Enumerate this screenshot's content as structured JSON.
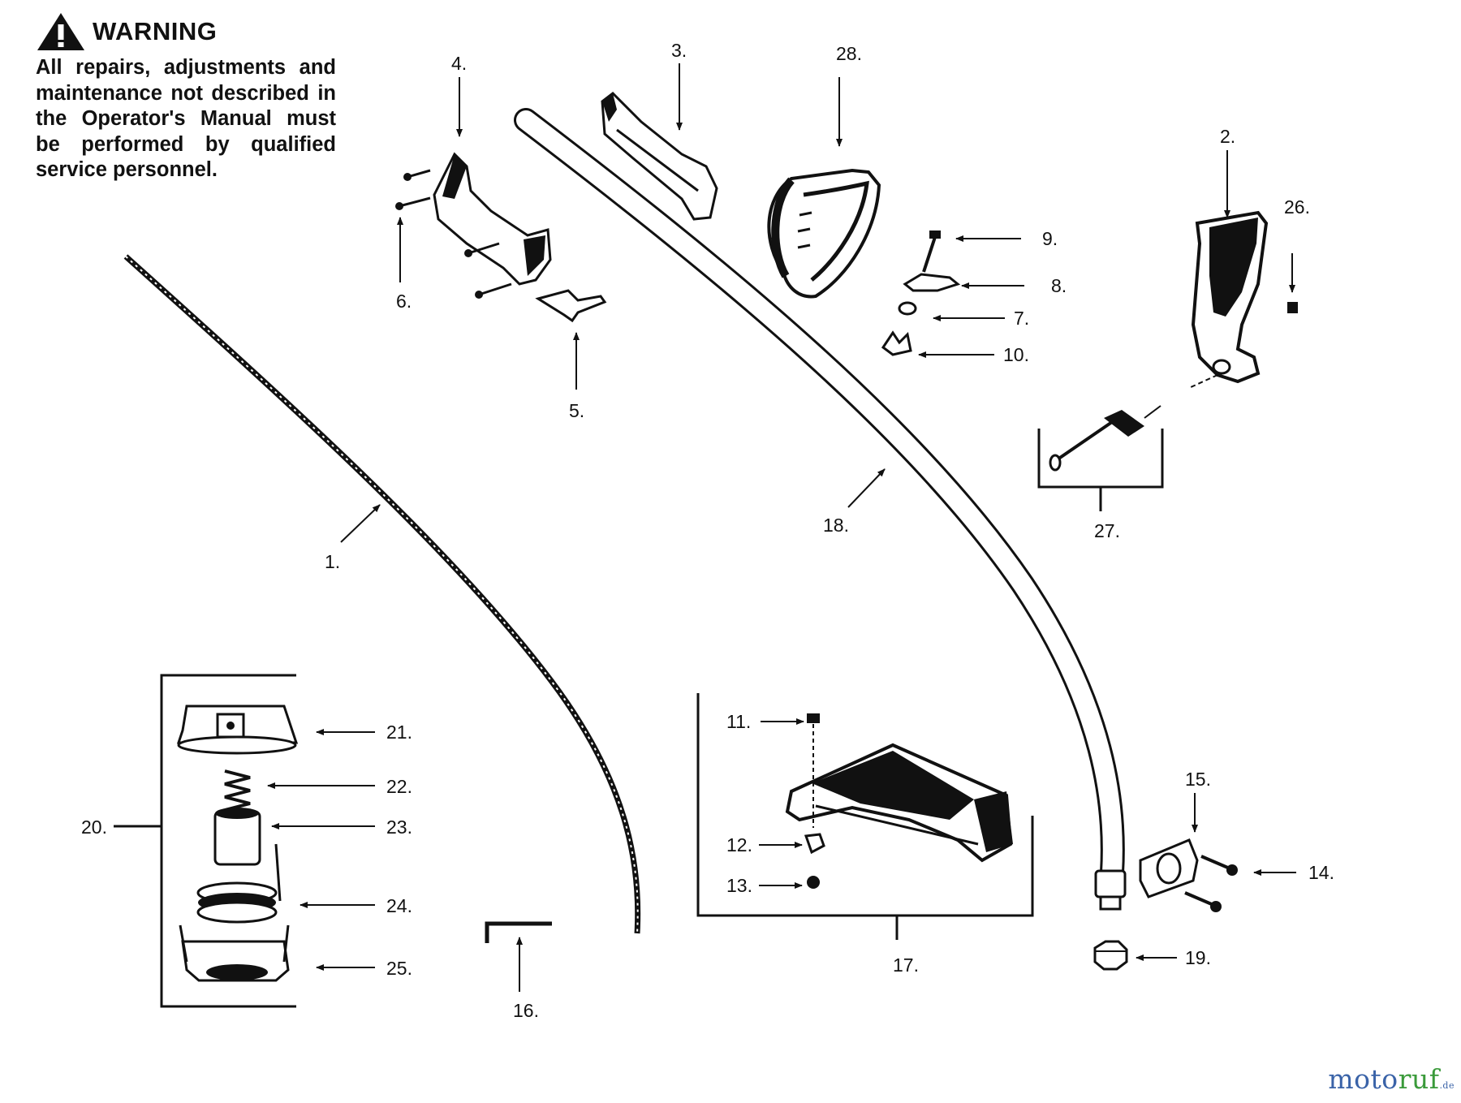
{
  "warning": {
    "title": "WARNING",
    "body": "All repairs, adjustments and maintenance not described in the Operator's Manual must be performed by qualified service personnel."
  },
  "watermark": {
    "part1": "moto",
    "part2": "ruf",
    "part3": ".de"
  },
  "callouts": [
    "1.",
    "2.",
    "3.",
    "4.",
    "5.",
    "6.",
    "7.",
    "8.",
    "9.",
    "10.",
    "11.",
    "12.",
    "13.",
    "14.",
    "15.",
    "16.",
    "17.",
    "18.",
    "19.",
    "20.",
    "21.",
    "22.",
    "23.",
    "24.",
    "25.",
    "26.",
    "27.",
    "28."
  ]
}
